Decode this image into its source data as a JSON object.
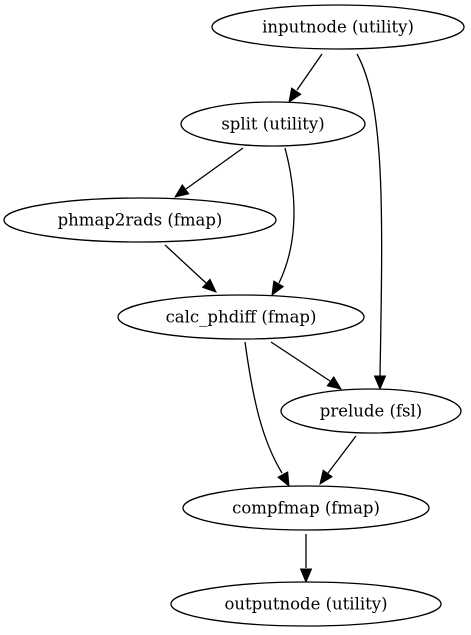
{
  "nodes": [
    {
      "id": "inputnode",
      "label": "inputnode (utility)"
    },
    {
      "id": "split",
      "label": "split (utility)"
    },
    {
      "id": "phmap2rads",
      "label": "phmap2rads (fmap)"
    },
    {
      "id": "calc_phdiff",
      "label": "calc_phdiff (fmap)"
    },
    {
      "id": "prelude",
      "label": "prelude (fsl)"
    },
    {
      "id": "compfmap",
      "label": "compfmap (fmap)"
    },
    {
      "id": "outputnode",
      "label": "outputnode (utility)"
    }
  ],
  "edges": [
    {
      "from": "inputnode",
      "to": "split"
    },
    {
      "from": "inputnode",
      "to": "prelude"
    },
    {
      "from": "split",
      "to": "phmap2rads"
    },
    {
      "from": "split",
      "to": "calc_phdiff"
    },
    {
      "from": "phmap2rads",
      "to": "calc_phdiff"
    },
    {
      "from": "calc_phdiff",
      "to": "prelude"
    },
    {
      "from": "calc_phdiff",
      "to": "compfmap"
    },
    {
      "from": "prelude",
      "to": "compfmap"
    },
    {
      "from": "compfmap",
      "to": "outputnode"
    }
  ]
}
